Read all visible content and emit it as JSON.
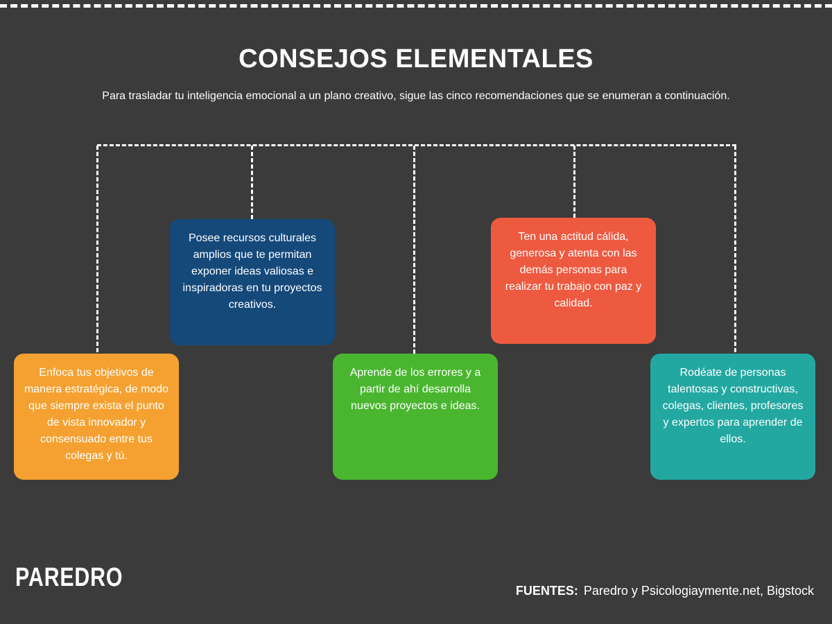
{
  "title": "CONSEJOS ELEMENTALES",
  "subtitle": "Para trasladar tu inteligencia emocional a un plano creativo, sigue las cinco recomendaciones que se enumeran a continuación.",
  "tips": [
    {
      "text": "Enfoca tus objetivos de manera estratégica, de modo que siempre exista el punto de vista innovador y consensuado entre tus colegas y tú.",
      "color": "#f5a131"
    },
    {
      "text": "Posee recursos culturales amplios que te permitan exponer ideas valiosas e inspiradoras en tu proyectos creativos.",
      "color": "#15497a"
    },
    {
      "text": "Aprende de los errores y a partir de ahí desarrolla nuevos proyectos e ideas.",
      "color": "#4ab630"
    },
    {
      "text": "Ten una actitud cálida, generosa y atenta con las demás personas para realizar tu trabajo con paz y calidad.",
      "color": "#ee5a40"
    },
    {
      "text": "Rodéate de personas talentosas y constructivas, colegas, clientes, profesores y  expertos para aprender de ellos.",
      "color": "#23a8a1"
    }
  ],
  "footer": {
    "logo": "PAREDRO",
    "sources_label": "FUENTES:",
    "sources": "Paredro y Psicologiaymente.net, Bigstock"
  }
}
